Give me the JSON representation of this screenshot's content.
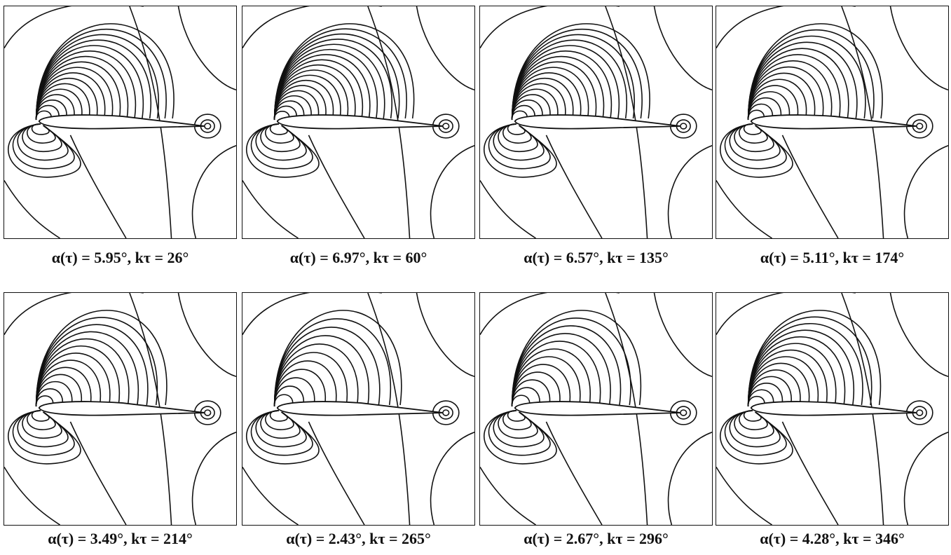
{
  "figure": {
    "panels": [
      {
        "caption": "α(τ) = 5.95°, kτ = 26°",
        "alpha_deg": 5.95,
        "k_tau_deg": 26
      },
      {
        "caption": "α(τ) = 6.97°, kτ = 60°",
        "alpha_deg": 6.97,
        "k_tau_deg": 60
      },
      {
        "caption": "α(τ) = 6.57°, kτ = 135°",
        "alpha_deg": 6.57,
        "k_tau_deg": 135
      },
      {
        "caption": "α(τ) = 5.11°, kτ = 174°",
        "alpha_deg": 5.11,
        "k_tau_deg": 174
      },
      {
        "caption": "α(τ) = 3.49°, kτ = 214°",
        "alpha_deg": 3.49,
        "k_tau_deg": 214
      },
      {
        "caption": "α(τ) = 2.43°, kτ = 265°",
        "alpha_deg": 2.43,
        "k_tau_deg": 265
      },
      {
        "caption": "α(τ) = 2.67°, kτ = 296°",
        "alpha_deg": 2.67,
        "k_tau_deg": 296
      },
      {
        "caption": "α(τ) = 4.28°, kτ = 346°",
        "alpha_deg": 4.28,
        "k_tau_deg": 346
      }
    ]
  }
}
